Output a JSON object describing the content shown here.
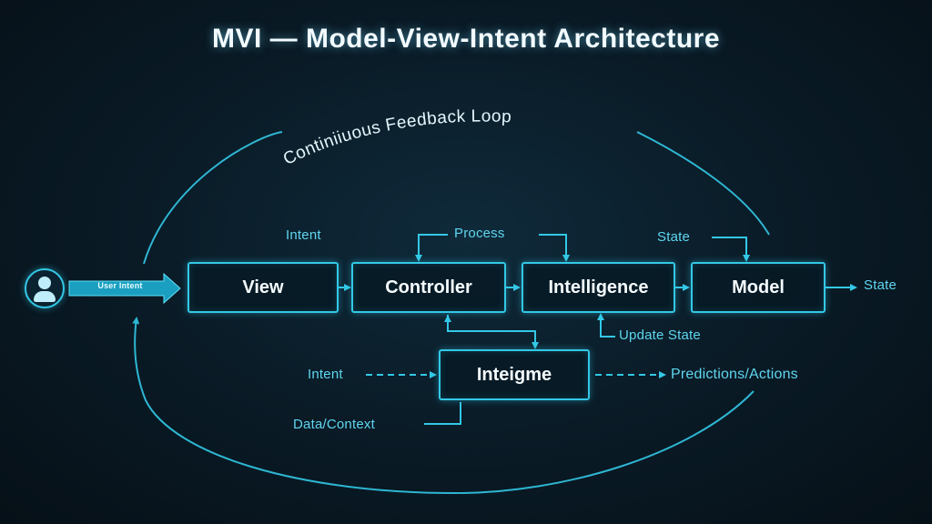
{
  "title": "MVI — Model-View-Intent Architecture",
  "loop_label": "Continiiuous Feedback Loop",
  "user_arrow_label": "User Intent",
  "boxes": {
    "view": "View",
    "controller": "Controller",
    "intelligence": "Intelligence",
    "model": "Model",
    "engine": "Inteigme"
  },
  "labels": {
    "intent_top": "Intent",
    "process": "Process",
    "state_top": "State",
    "state_right": "State",
    "update_state": "Update State",
    "intent_left": "Intent",
    "predictions": "Predictions/Actions",
    "data_context": "Data/Context"
  },
  "colors": {
    "accent": "#33c8e6",
    "background": "#0a1c28",
    "text": "#f4fcff"
  },
  "icons": {
    "user": "user-avatar-icon"
  }
}
